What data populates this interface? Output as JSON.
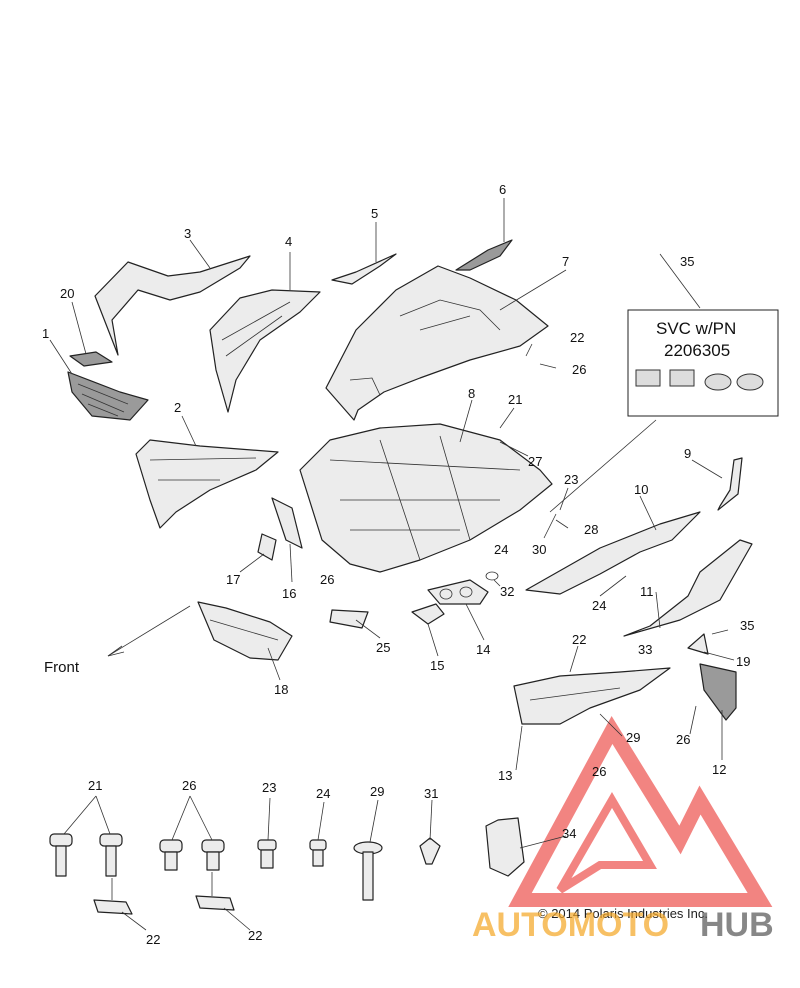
{
  "svc_box": {
    "line1": "SVC w/PN",
    "line2": "2206305",
    "callout": "35"
  },
  "front_label": "Front",
  "copyright": "© 2014 Polaris Industries Inc.",
  "watermark": {
    "part1": "AUTOMOTO",
    "part2": "HUB",
    "color1": "#f5a623",
    "color2": "#555555",
    "logo_color": "#e8201c"
  },
  "callouts": {
    "c1": "1",
    "c2": "2",
    "c3": "3",
    "c4": "4",
    "c5": "5",
    "c6": "6",
    "c7": "7",
    "c8": "8",
    "c9": "9",
    "c10": "10",
    "c11": "11",
    "c12": "12",
    "c13": "13",
    "c14": "14",
    "c15": "15",
    "c16": "16",
    "c17": "17",
    "c18": "18",
    "c19": "19",
    "c20": "20",
    "c21": "21",
    "c22a": "22",
    "c22b": "22",
    "c23": "23",
    "c24a": "24",
    "c24b": "24",
    "c25": "25",
    "c26a": "26",
    "c26b": "26",
    "c26c": "26",
    "c26d": "26",
    "c27": "27",
    "c28": "28",
    "c29": "29",
    "c30": "30",
    "c32": "32",
    "c33": "33",
    "c35b": "35",
    "k21": "21",
    "k26": "26",
    "k23": "23",
    "k24": "24",
    "k29": "29",
    "k31": "31",
    "k34": "34",
    "k22a": "22",
    "k22b": "22"
  }
}
